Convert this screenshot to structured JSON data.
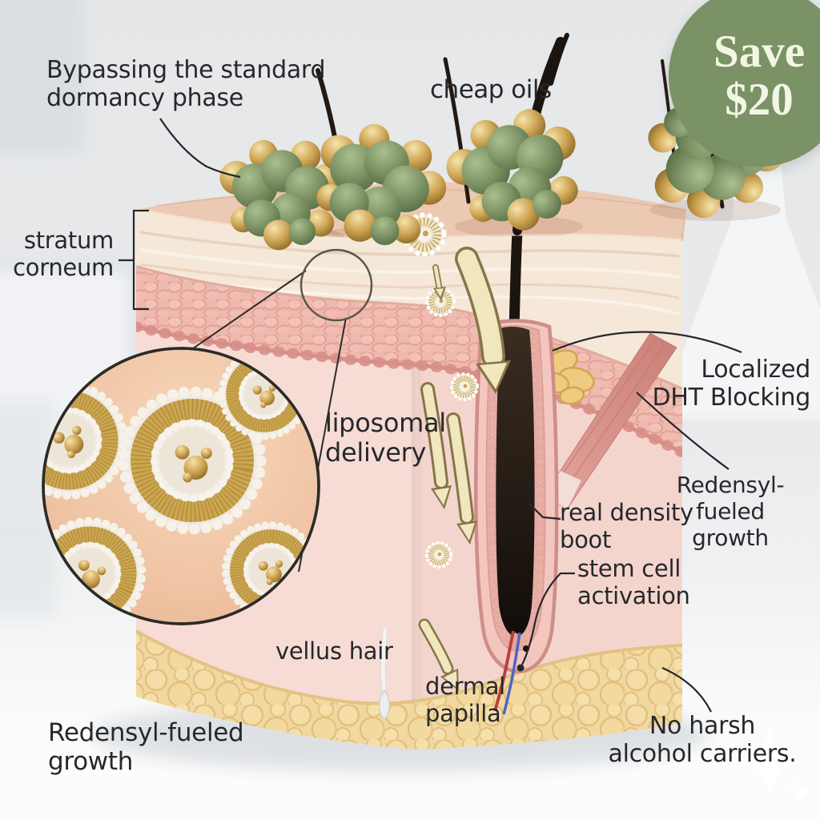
{
  "badge": {
    "line1": "Save",
    "line2": "$20"
  },
  "labels": {
    "bypassing_dormancy": "Bypassing the standard\ndormancy phase",
    "cheap_oils": "cheap oils",
    "stratum_corneum": "stratum\ncorneum",
    "liposomal_delivery": "liposomal\ndelivery",
    "localized_dht_blocking": "Localized\nDHT Blocking",
    "redensyl_fueled_growth_right": "Redensyl-\nfueled\ngrowth",
    "real_density_boot": "real density\nboot",
    "stem_cell_activation": "stem cell\nactivation",
    "vellus_hair": "vellus hair",
    "dermal_papilla": "dermal\npapilla",
    "redensyl_fueled_growth_bottom": "Redensyl-fueled\ngrowth",
    "no_harsh_alcohol": "No harsh\nalcohol carriers."
  },
  "icons": {
    "sparkle_icon": "✦",
    "delivery_arrow_icon": "⬇",
    "magnifier_icon": "◯",
    "stratum_bracket_icon": "["
  },
  "theme": {
    "badge_bg": "#7b9166",
    "badge_text": "#f2f6e3",
    "label_color": "#26282b",
    "background": "#e8eaec",
    "skin_top": "#ecc9b2",
    "stratum_corneum": "#f5e8d9",
    "epidermis": "#efb9ae",
    "dermis": "#f6dcd5",
    "fat_layer": "#f1d8a2",
    "molecule_green": "#7b9163",
    "molecule_gold": "#c9a14e",
    "arrow_cream": "#f1e7bf",
    "hair_dark": "#1c150f",
    "muscle_pink": "#d78b84",
    "gland_yellow": "#eecb81"
  }
}
